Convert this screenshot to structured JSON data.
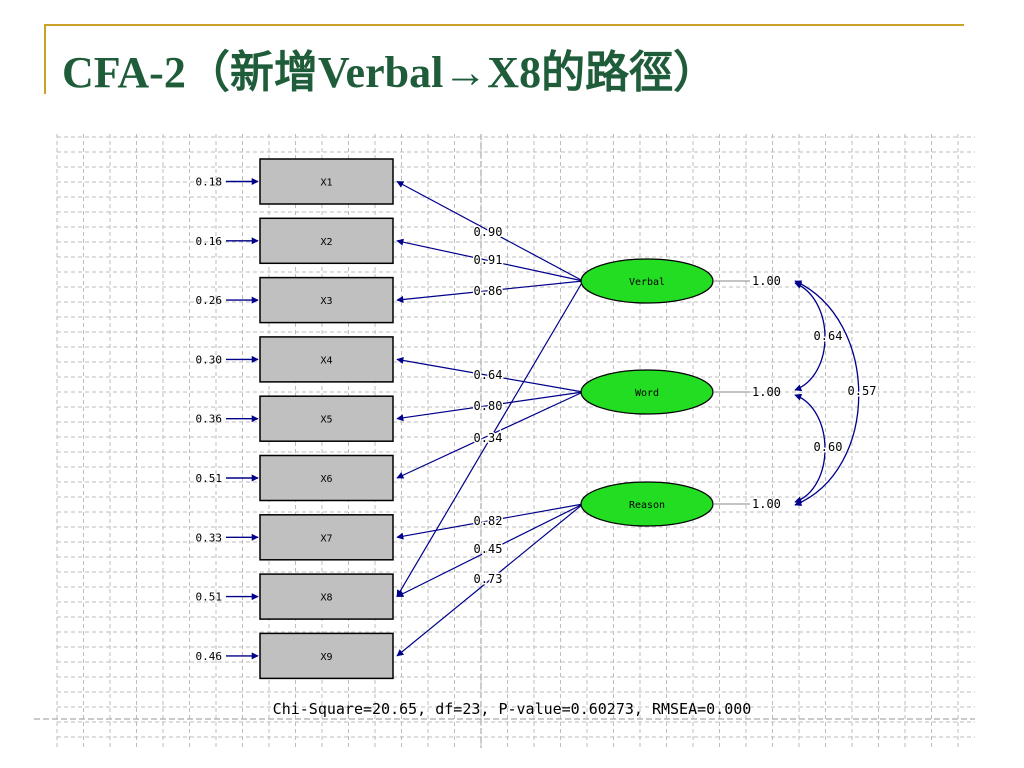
{
  "title": "CFA-2（新增Verbal→X8的路徑）",
  "colors": {
    "title": "#1f5c3a",
    "accent": "#c9a227",
    "path": "#00008b",
    "latent_fill": "#22dd22",
    "box_fill": "#c0c0c0"
  },
  "observed": [
    {
      "id": "X1",
      "error": "0.18"
    },
    {
      "id": "X2",
      "error": "0.16"
    },
    {
      "id": "X3",
      "error": "0.26"
    },
    {
      "id": "X4",
      "error": "0.30"
    },
    {
      "id": "X5",
      "error": "0.36"
    },
    {
      "id": "X6",
      "error": "0.51"
    },
    {
      "id": "X7",
      "error": "0.33"
    },
    {
      "id": "X8",
      "error": "0.51"
    },
    {
      "id": "X9",
      "error": "0.46"
    }
  ],
  "latents": [
    {
      "id": "Verbal",
      "variance": "1.00"
    },
    {
      "id": "Word",
      "variance": "1.00"
    },
    {
      "id": "Reason",
      "variance": "1.00"
    }
  ],
  "loadings": [
    {
      "from": "Verbal",
      "to": "X1",
      "value": "0.90"
    },
    {
      "from": "Verbal",
      "to": "X2",
      "value": "0.91"
    },
    {
      "from": "Verbal",
      "to": "X3",
      "value": "0.86"
    },
    {
      "from": "Word",
      "to": "X4",
      "value": "0.64"
    },
    {
      "from": "Word",
      "to": "X5",
      "value": "0.80"
    },
    {
      "from": "Word",
      "to": "X6",
      "value": "0.34"
    },
    {
      "from": "Reason",
      "to": "X7",
      "value": "0.82"
    },
    {
      "from": "Reason",
      "to": "X8",
      "value": "0.45"
    },
    {
      "from": "Reason",
      "to": "X9",
      "value": "0.73"
    },
    {
      "from": "Verbal",
      "to": "X8",
      "value": ""
    }
  ],
  "correlations": [
    {
      "a": "Verbal",
      "b": "Word",
      "value": "0.64"
    },
    {
      "a": "Word",
      "b": "Reason",
      "value": "0.60"
    },
    {
      "a": "Verbal",
      "b": "Reason",
      "value": "0.57"
    }
  ],
  "fit": "Chi-Square=20.65, df=23, P-value=0.60273, RMSEA=0.000"
}
